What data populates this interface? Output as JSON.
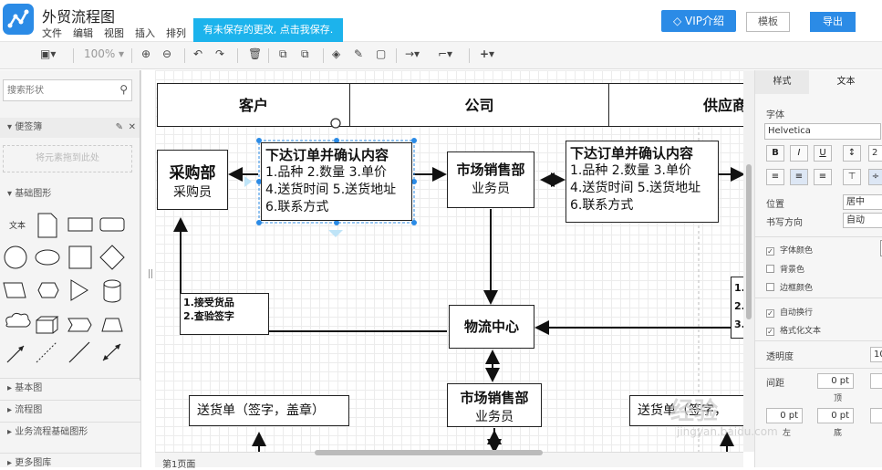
{
  "header": {
    "title": "外贸流程图",
    "menu": [
      "文件",
      "编辑",
      "视图",
      "插入",
      "排列"
    ],
    "unsaved": "有未保存的更改, 点击我保存.",
    "vip": "VIP介绍",
    "template": "模板",
    "export": "导出"
  },
  "toolbar": {
    "zoom": "100%"
  },
  "sidebar": {
    "search_placeholder": "搜索形状",
    "memo": "便签簿",
    "memo_drop": "将元素拖到此处",
    "basic_shapes": "基础图形",
    "text_shape": "文本",
    "sections": [
      "基本图",
      "流程图",
      "业务流程基础图形",
      "更多图库"
    ]
  },
  "canvas": {
    "lanes": [
      "客户",
      "公司",
      "供应商"
    ],
    "purchase": {
      "title": "采购部",
      "sub": "采购员"
    },
    "order_left": {
      "title": "下达订单并确认内容",
      "lines": [
        "1.品种 2.数量 3.单价",
        "4.送货时间 5.送货地址",
        "6.联系方式"
      ]
    },
    "sales_top": {
      "title": "市场销售部",
      "sub": "业务员"
    },
    "order_right": {
      "title": "下达订单并确认内容",
      "lines": [
        "1.品种 2.数量 3.单价",
        "4.送货时间 5.送货地址",
        "6.联系方式"
      ]
    },
    "receive_note": [
      "1.接受货品",
      "2.查验签字"
    ],
    "right_note_digits": [
      "1.",
      "2.",
      "3."
    ],
    "logistics": "物流中心",
    "delivery_left": "送货单（签字，盖章）",
    "sales_bottom": {
      "title": "市场销售部",
      "sub": "业务员"
    },
    "delivery_right": "送货单（签字，"
  },
  "page_tab": "第1页面",
  "rpanel": {
    "tabs": [
      "样式",
      "文本"
    ],
    "font_label": "字体",
    "font_value": "Helvetica",
    "position_label": "位置",
    "position_value": "居中",
    "direction_label": "书写方向",
    "direction_value": "自动",
    "font_color": "字体颜色",
    "bg_color": "背景色",
    "border_color": "边框颜色",
    "autowrap": "自动换行",
    "formatted": "格式化文本",
    "opacity": "透明度",
    "spacing": "间距",
    "top": "顶",
    "left": "左",
    "bottom": "底",
    "pt": "0 pt"
  },
  "watermark": {
    "text": "经验",
    "url": "jingyan.baidu.com"
  }
}
